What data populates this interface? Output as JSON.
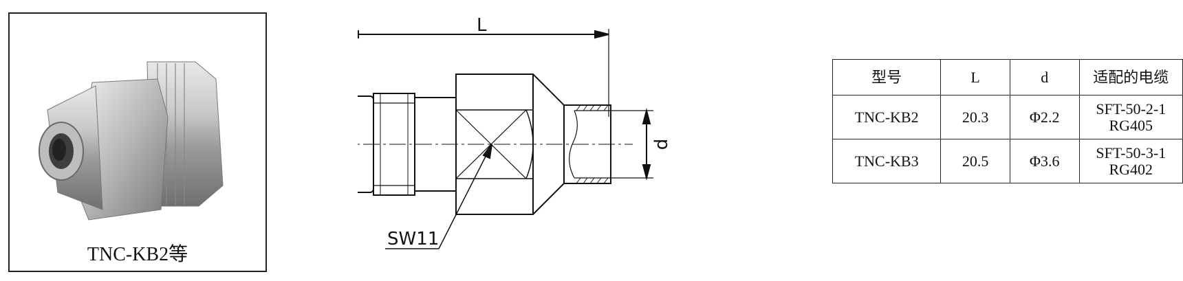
{
  "photo": {
    "caption": "TNC-KB2等"
  },
  "drawing": {
    "length_label": "L",
    "diameter_label": "d",
    "wrench_label": "SW11"
  },
  "table": {
    "headers": [
      "型号",
      "L",
      "d",
      "适配的电缆"
    ],
    "rows": [
      {
        "model": "TNC-KB2",
        "L": "20.3",
        "d": "Φ2.2",
        "cable": [
          "SFT-50-2-1",
          "RG405"
        ]
      },
      {
        "model": "TNC-KB3",
        "L": "20.5",
        "d": "Φ3.6",
        "cable": [
          "SFT-50-3-1",
          "RG402"
        ]
      }
    ]
  }
}
